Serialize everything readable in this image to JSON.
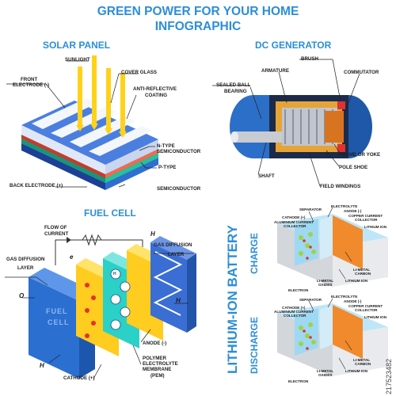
{
  "title": {
    "line1": "GREEN POWER FOR YOUR HOME",
    "line2": "INFOGRAPHIC"
  },
  "colors": {
    "accent": "#2c8ed8",
    "label": "#1d1d1d",
    "electrode": "#ffd21a",
    "cell_blue": "#1e63c8",
    "generator_blue": "#2c6fc9",
    "cathode_orange": "#f18a2c",
    "anode_green": "#9dd442"
  },
  "solar_panel": {
    "heading": "SOLAR PANEL",
    "labels": {
      "sunlight": "SUNLIGHT",
      "front_electrode_1": "FRONT",
      "front_electrode_2": "ELECTRODE (-)",
      "cover_glass": "COVER GLASS",
      "anti_reflective_1": "ANTI-REFLECTIVE",
      "anti_reflective_2": "COATING",
      "n_type_1": "N-TYPE",
      "n_type_2": "SEMICONDUCTOR",
      "p_type_1": "P-TYPE",
      "p_type_2": "SEMICONDUCTOR",
      "back_electrode": "BACK ELECTRODE (+)"
    }
  },
  "dc_generator": {
    "heading": "DC GENERATOR",
    "labels": {
      "armature": "ARMATURE",
      "brush": "BRUSH",
      "sealed_ball_1": "SEALED BALL",
      "sealed_ball_2": "BEARING",
      "commutator": "COMMUTATOR",
      "frame": "FRAME OR YOKE",
      "pole_shoe": "POLE SHOE",
      "shaft": "SHAFT",
      "field_windings": "FIELD WINDINGS"
    }
  },
  "fuel_cell": {
    "heading": "FUEL CELL",
    "labels": {
      "flow_1": "FLOW OF",
      "flow_2": "CURRENT",
      "gdl_left_1": "GAS DIFFUSION",
      "gdl_left_2": "LAYER",
      "gdl_right_1": "GAS DIFFUSION",
      "gdl_right_2": "LAYER",
      "anode": "ANODE (-)",
      "pem_1": "POLYMER",
      "pem_2": "ELECTROLYTE",
      "pem_3": "MEMBRANE",
      "pem_4": "(PEM)",
      "cathode": "CATHODE (+)",
      "fuel_1": "FUEL",
      "fuel_2": "CELL",
      "electron": "e",
      "o2": "O",
      "h2_top": "H",
      "h2_side": "H",
      "h2o": "H",
      "proton": "H"
    }
  },
  "lithium_battery": {
    "heading": "LITHIUM-ION BATTERY",
    "charge": "CHARGE",
    "discharge": "DISCHARGE",
    "panel": {
      "separator": "SEPARATOR",
      "electrolyte": "ELECTROLYTE",
      "cathode": "CATHODE (+)",
      "anode": "ANODE (-)",
      "aluminium_1": "ALUMINIUM CURRENT",
      "aluminium_2": "COLLECTOR",
      "copper_1": "COPPER CURRENT",
      "copper_2": "COLLECTOR",
      "lithium_ion": "LITHIUM ION",
      "li_metal_1": "LI-METAL",
      "li_metal_2": "OXIDES",
      "li_metal_carbon_1": "LI-METAL",
      "li_metal_carbon_2": "CARBON",
      "electron": "ELECTRON"
    }
  },
  "stock_id": "217523482"
}
